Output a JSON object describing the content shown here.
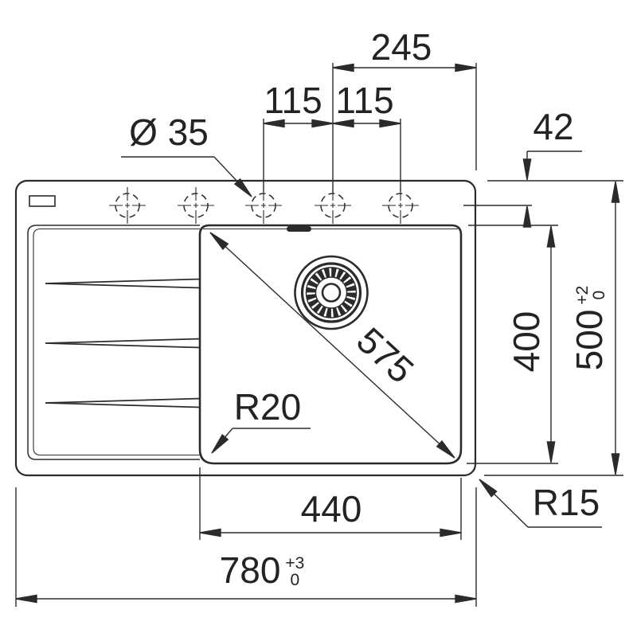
{
  "drawing": {
    "type": "sink-installation-dimension-drawing",
    "colors": {
      "line": "#2b2b2b",
      "background": "#ffffff"
    },
    "dimensions": {
      "hole_diameter": "Ø 35",
      "hole_spacing_left": "115",
      "hole_spacing_right": "115",
      "hole_to_right_edge": "245",
      "tap_centerline_inset": "42",
      "bowl_diagonal": "575",
      "bowl_corner_radius": "R20",
      "bowl_width": "440",
      "bowl_depth": "400",
      "outer_corner_radius": "R15",
      "overall_depth": {
        "value": "500",
        "tol_plus": "+2",
        "tol_minus": "0"
      },
      "overall_width": {
        "value": "780",
        "tol_plus": "+3",
        "tol_minus": "0"
      }
    }
  }
}
